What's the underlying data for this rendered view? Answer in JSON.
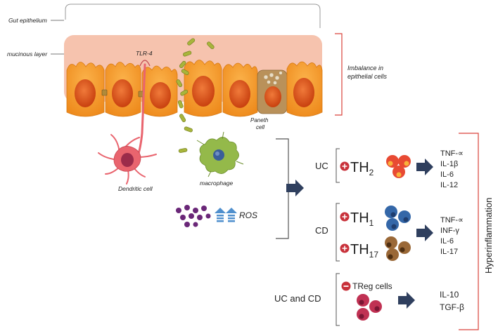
{
  "labels": {
    "gut_epithelium": "Gut epithelium",
    "mucinous_layer": "mucinous layer",
    "tlr4": "TLR-4",
    "paneth_line1": "Paneth",
    "paneth_line2": "cell",
    "dendritic": "Dendritic cell",
    "macrophage": "macrophage",
    "ros": "ROS",
    "imbalance_line1": "Imbalance in",
    "imbalance_line2": "epithelial cells",
    "hyperinflammation": "Hyperinflammation"
  },
  "groups": {
    "uc": {
      "label": "UC",
      "th_base": "TH",
      "th_sub": "2",
      "cytokines": [
        "TNF-∝",
        "IL-1β",
        "IL-6",
        "IL-12"
      ]
    },
    "cd": {
      "label": "CD",
      "th1_base": "TH",
      "th1_sub": "1",
      "th17_base": "TH",
      "th17_sub": "17",
      "cytokines": [
        "TNF-∝",
        "INF-γ",
        "IL-6",
        "IL-17"
      ]
    },
    "uccd": {
      "label": "UC and CD",
      "treg": "TReg cells",
      "cytokines": [
        "IL-10",
        "TGF-β"
      ]
    }
  },
  "colors": {
    "mucus": "#f6c3ae",
    "cell_orange": "#f39a2c",
    "nucleus": "#e2501a",
    "red_bracket": "#d9423a",
    "plus_red": "#c8313a",
    "arrow_navy": "#2f3f5e",
    "ros_purple": "#6a2778",
    "ros_arrow": "#4f8fcd",
    "th2_cell": "#e84a33",
    "th1_cell": "#3467a8",
    "th17_cell": "#9a6837",
    "treg_cell": "#c03153",
    "dendritic": "#e9646e",
    "macrophage": "#94b94a",
    "bacteria": "#a8b53b"
  }
}
